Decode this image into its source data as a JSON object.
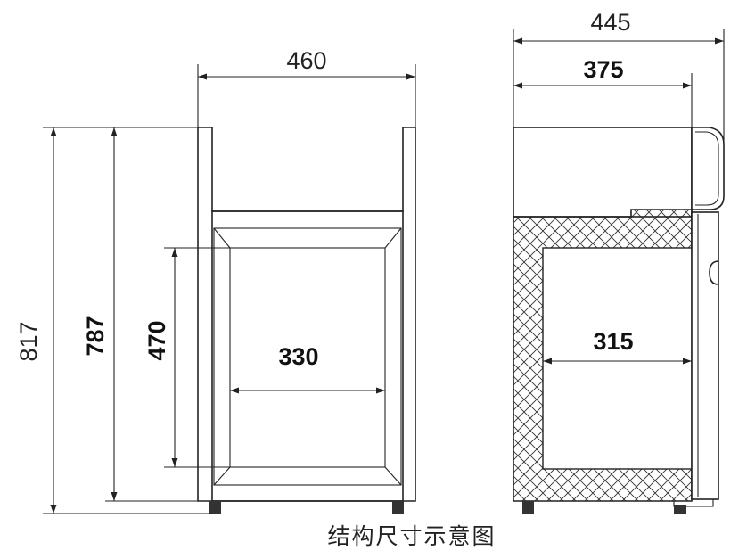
{
  "front_view": {
    "width": "460",
    "height_overall": "817",
    "height_body": "787",
    "inner_height": "470",
    "inner_width": "330"
  },
  "side_view": {
    "depth_overall": "445",
    "depth_body": "375",
    "inner_depth": "315"
  },
  "caption": "结构尺寸示意图"
}
